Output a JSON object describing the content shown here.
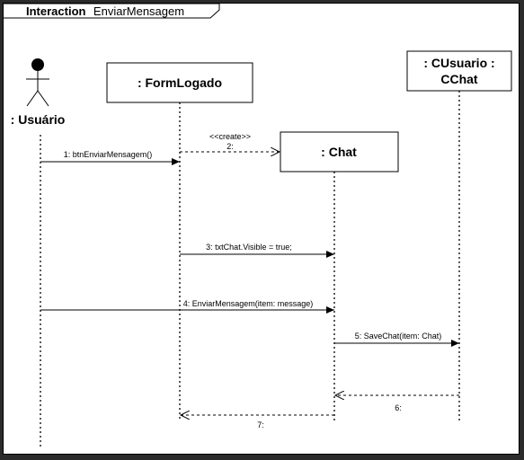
{
  "frame": {
    "title_keyword": "Interaction",
    "title_name": "EnviarMensagem"
  },
  "actor": {
    "label": ": Usuário"
  },
  "objects": {
    "form_logado": ": FormLogado",
    "chat": ": Chat",
    "cusuario_line1": ": CUsuario :",
    "cusuario_line2": "CChat"
  },
  "messages": {
    "m1": "1: btnEnviarMensagem()",
    "m2_stereotype": "<<create>>",
    "m2": "2:",
    "m3": "3: txtChat.Visible = true;",
    "m4": "4: EnviarMensagem(item: message)",
    "m5": "5: SaveChat(item: Chat)",
    "m6": "6:",
    "m7": "7:"
  }
}
